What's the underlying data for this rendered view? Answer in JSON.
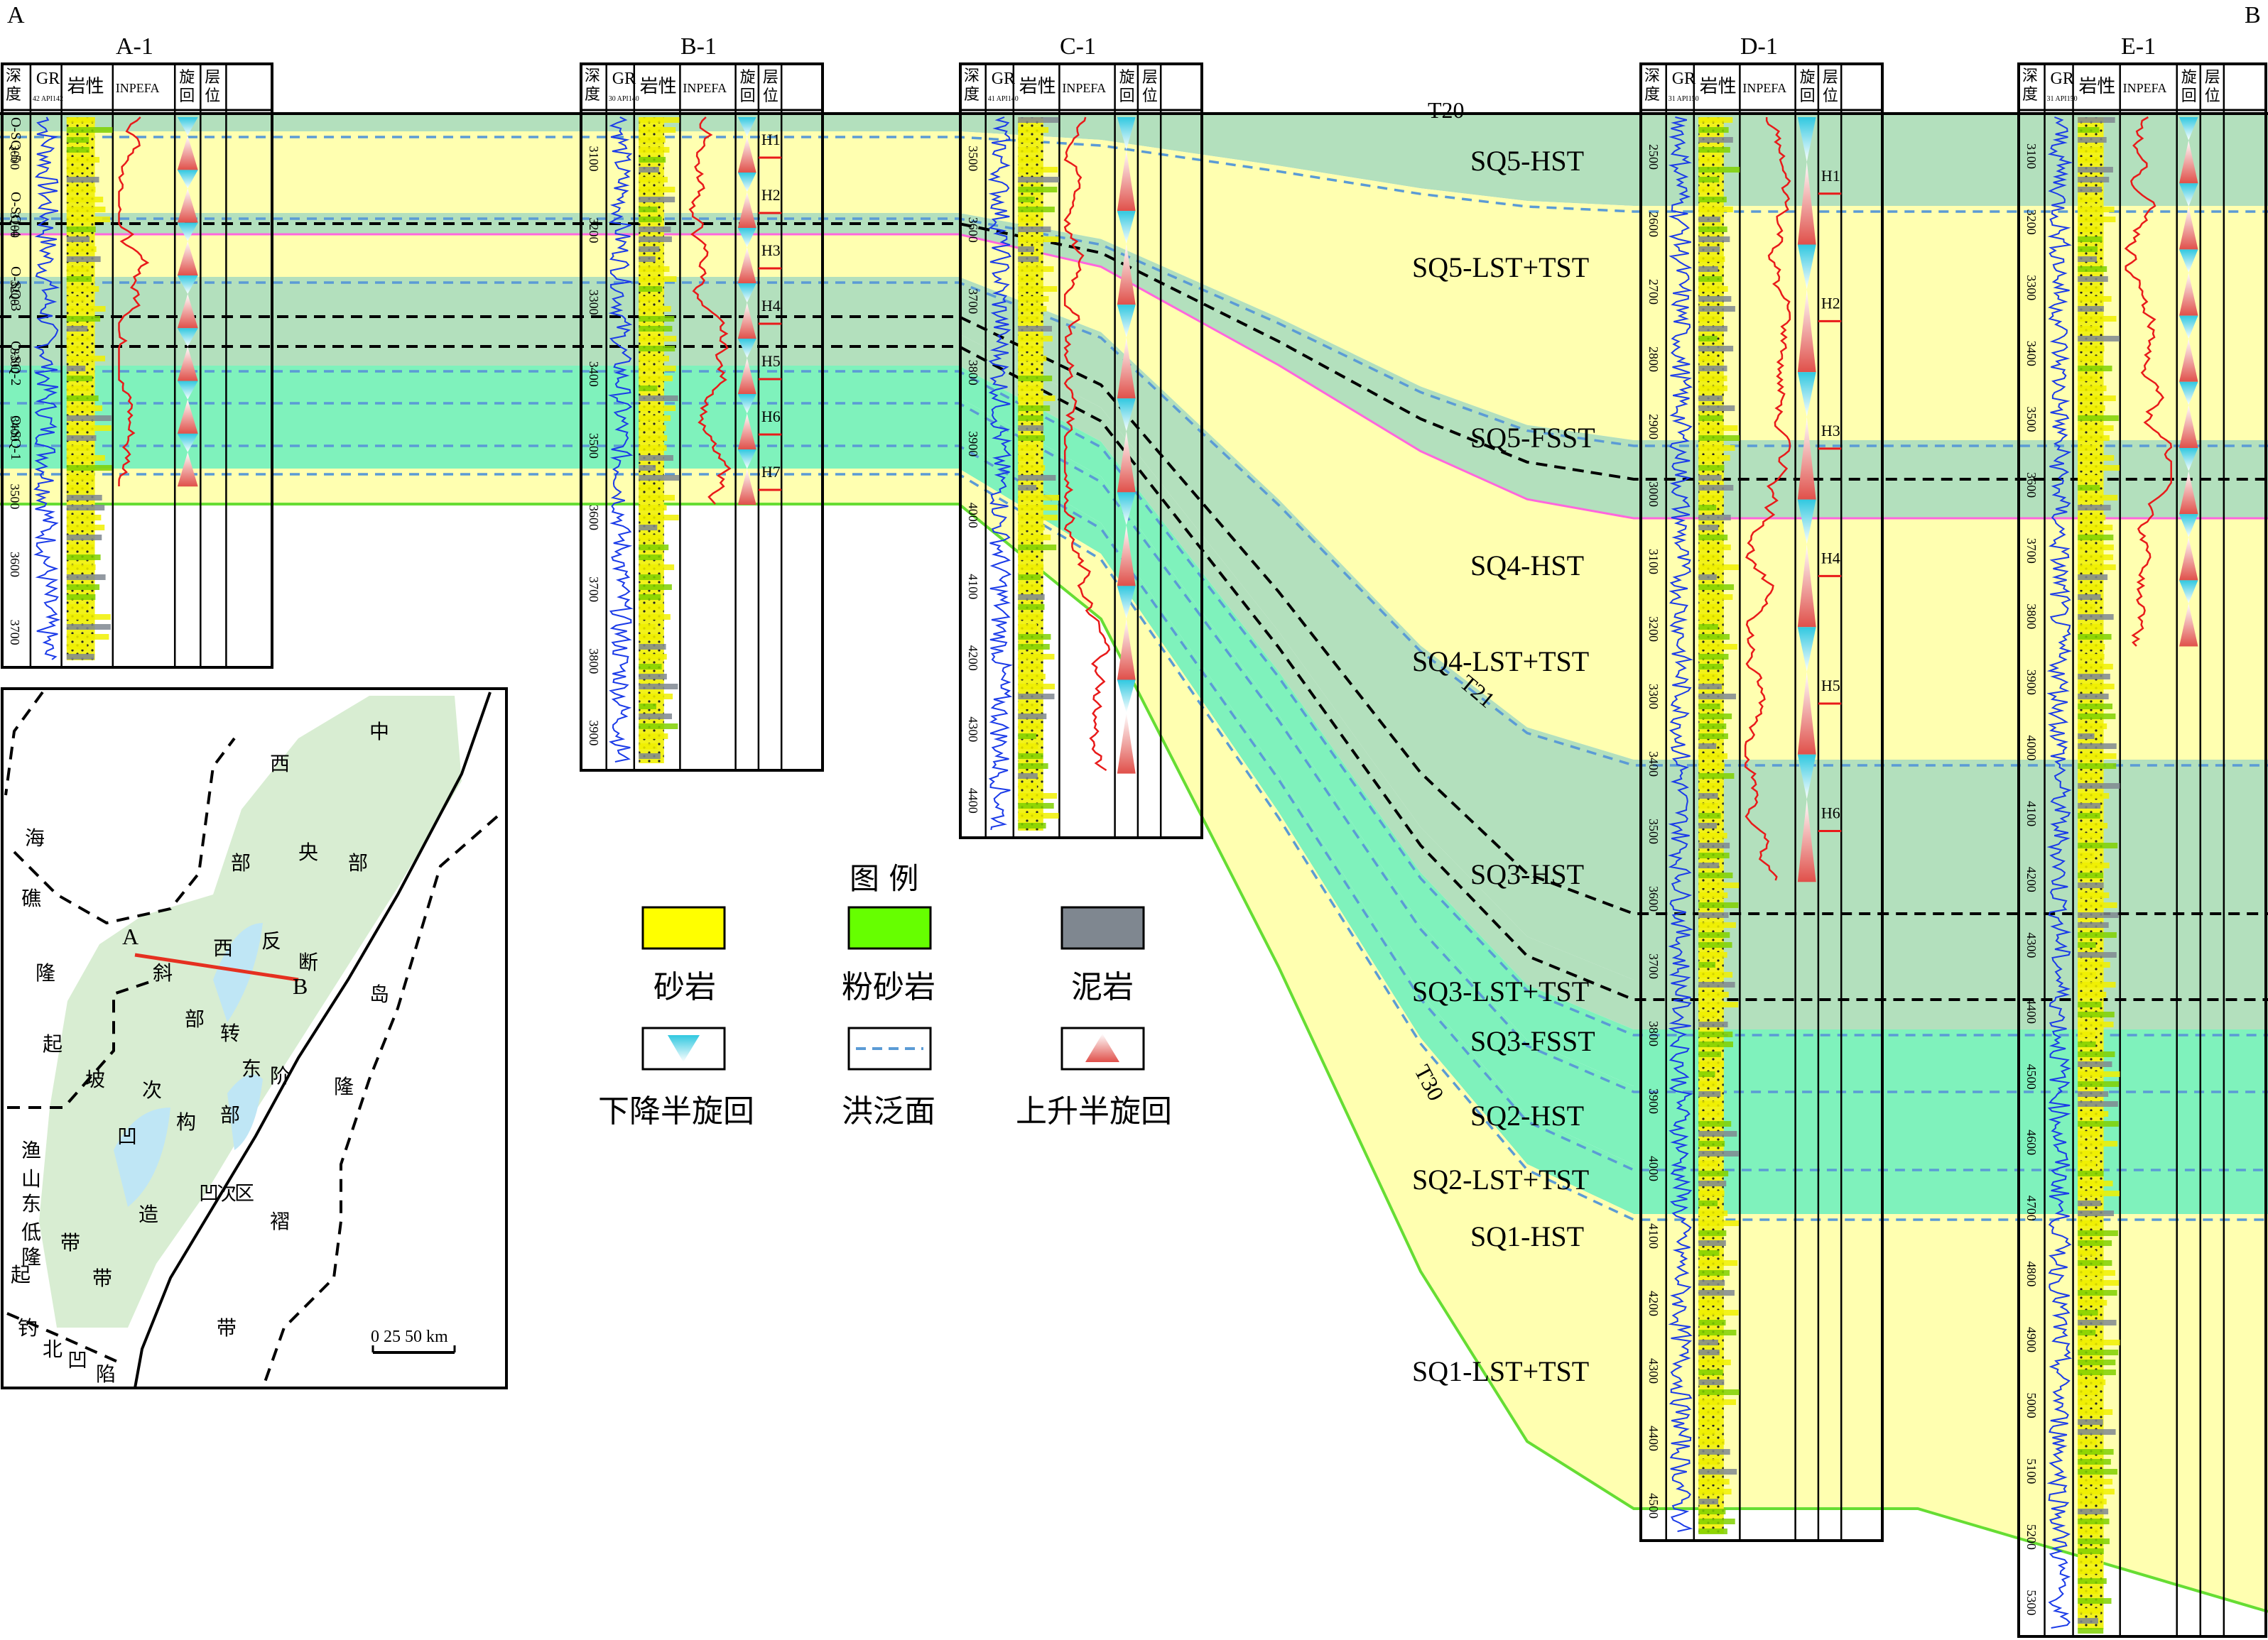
{
  "corner_labels": {
    "left": "A",
    "right": "B"
  },
  "surfaces": {
    "top": "T20",
    "middle": "T21",
    "bottom": "T30"
  },
  "column_headers": {
    "depth": [
      "深",
      "度"
    ],
    "gr": "GR",
    "lithology": "岩性",
    "inpefa": "INPEFA",
    "cycle": [
      "旋",
      "回"
    ],
    "horizon": [
      "层",
      "位"
    ]
  },
  "wells": [
    {
      "name": "A-1",
      "gr_scale_min": "42",
      "gr_scale_max": "API142",
      "depth_ticks": [
        "3000",
        "3100",
        "3200",
        "3300",
        "3400",
        "3500",
        "3600",
        "3700"
      ],
      "horizon_labels": [],
      "side_labels": [
        "O-SQ-5",
        "O-SQ-4",
        "O-SQ-3",
        "O-SQ-2",
        "O-SQ-1"
      ]
    },
    {
      "name": "B-1",
      "gr_scale_min": "30",
      "gr_scale_max": "API140",
      "depth_ticks": [
        "3100",
        "3200",
        "3300",
        "3400",
        "3500",
        "3600",
        "3700",
        "3800",
        "3900"
      ],
      "horizon_labels": [
        "H1",
        "H2",
        "H3",
        "H4",
        "H5",
        "H6",
        "H7"
      ]
    },
    {
      "name": "C-1",
      "gr_scale_min": "41",
      "gr_scale_max": "API140",
      "depth_ticks": [
        "3500",
        "3600",
        "3700",
        "3800",
        "3900",
        "4000",
        "4100",
        "4200",
        "4300",
        "4400"
      ],
      "horizon_labels": []
    },
    {
      "name": "D-1",
      "gr_scale_min": "31",
      "gr_scale_max": "API150",
      "depth_ticks": [
        "2500",
        "2600",
        "2700",
        "2800",
        "2900",
        "3000",
        "3100",
        "3200",
        "3300",
        "3400",
        "3500",
        "3600",
        "3700",
        "3800",
        "3900",
        "4000",
        "4100",
        "4200",
        "4300",
        "4400",
        "4500"
      ],
      "horizon_labels": [
        "H1",
        "H2",
        "H3",
        "H4",
        "H5",
        "H6"
      ]
    },
    {
      "name": "E-1",
      "gr_scale_min": "31",
      "gr_scale_max": "API150",
      "depth_ticks": [
        "3100",
        "3200",
        "3300",
        "3400",
        "3500",
        "3600",
        "3700",
        "3800",
        "3900",
        "4000",
        "4100",
        "4200",
        "4300",
        "4400",
        "4500",
        "4600",
        "4700",
        "4800",
        "4900",
        "5000",
        "5100",
        "5200",
        "5300"
      ],
      "horizon_labels": []
    }
  ],
  "sequences": [
    "SQ5-HST",
    "SQ5-LST+TST",
    "SQ5-FSST",
    "SQ4-HST",
    "SQ4-LST+TST",
    "SQ3-HST",
    "SQ3-LST+TST",
    "SQ3-FSST",
    "SQ2-HST",
    "SQ2-LST+TST",
    "SQ1-HST",
    "SQ1-LST+TST"
  ],
  "legend": {
    "title": "图 例",
    "items": [
      "砂岩",
      "粉砂岩",
      "泥岩",
      "下降半旋回",
      "洪泛面",
      "上升半旋回"
    ],
    "colors": {
      "sandstone": "#ffff00",
      "siltstone": "#66ff00",
      "mudstone": "#7f8790",
      "flood": "#5b9bd5",
      "hst": "#b3e0bd",
      "tst": "#ffffb0",
      "lst": "#7ff2bc"
    }
  },
  "map": {
    "labels": [
      "中",
      "西",
      "央",
      "部",
      "部",
      "西",
      "反",
      "断",
      "岛",
      "隆",
      "海",
      "礁",
      "隆",
      "起",
      "斜",
      "部",
      "转",
      "东",
      "阶",
      "坡",
      "次",
      "部",
      "凹",
      "构",
      "次",
      "凹",
      "区",
      "造",
      "褶",
      "带",
      "带",
      "带",
      "渔",
      "山",
      "东",
      "低",
      "隆",
      "起",
      "钓",
      "北",
      "凹",
      "陷"
    ],
    "section_a": "A",
    "section_b": "B",
    "scale_ticks": "0  25 50 km"
  }
}
